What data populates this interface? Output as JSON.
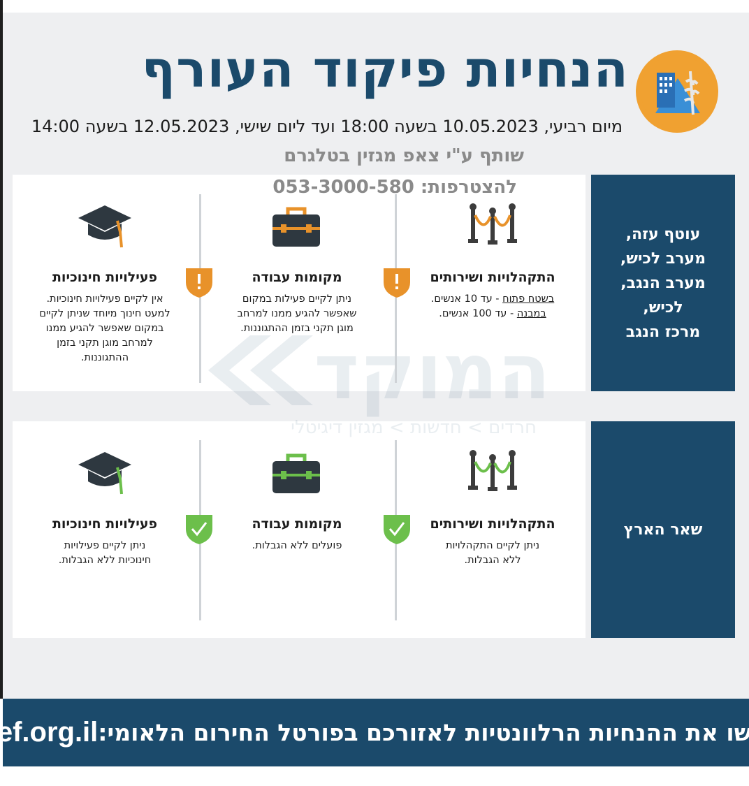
{
  "title": "הנחיות פיקוד העורף",
  "dates": "מיום רביעי, 10.05.2023 בשעה 18:00 ועד ליום שישי, 12.05.2023 בשעה 14:00",
  "watermark": {
    "line1": "שותף ע\"י צאפ מגזין בטלגרם",
    "line2": "להצטרפות: 053-3000-580",
    "brand": "המוקד",
    "tagline": "חרדים > חדשות > מגזין דיגיטלי"
  },
  "sections": [
    {
      "region_lines": [
        "עוטף עזה,",
        "מערב לכיש,",
        "מערב הנגב,",
        "לכיש,",
        "מרכז הנגב"
      ],
      "status_icon": "warning-shield-icon",
      "status_color": "#e8922a",
      "columns": [
        {
          "icon": "stanchion-icon",
          "heading": "התקהלויות ושירותים",
          "lines": [
            {
              "underlined": "בשטח פתוח",
              "rest": " - עד 10 אנשים."
            },
            {
              "underlined": "במבנה",
              "rest": " - עד 100 אנשים."
            }
          ]
        },
        {
          "icon": "briefcase-icon",
          "heading": "מקומות עבודה",
          "text_lines": [
            "ניתן לקיים פעילות במקום",
            "שאפשר להגיע ממנו למרחב",
            "מוגן תקני בזמן ההתגוננות."
          ]
        },
        {
          "icon": "graduation-cap-icon",
          "heading": "פעילויות חינוכיות",
          "text_lines": [
            "אין לקיים פעילויות חינוכיות.",
            "למעט חינוך מיוחד שניתן לקיים",
            "במקום שאפשר להגיע ממנו",
            "למרחב מוגן תקני בזמן",
            "ההתגוננות."
          ]
        }
      ]
    },
    {
      "region_lines": [
        "שאר הארץ"
      ],
      "status_icon": "check-shield-icon",
      "status_color": "#6cbf4b",
      "columns": [
        {
          "icon": "stanchion-icon",
          "heading": "התקהלויות ושירותים",
          "text_lines": [
            "ניתן לקיים התקהלויות",
            "ללא הגבלות."
          ]
        },
        {
          "icon": "briefcase-icon",
          "heading": "מקומות עבודה",
          "text_lines": [
            "פועלים ללא הגבלות."
          ]
        },
        {
          "icon": "graduation-cap-icon",
          "heading": "פעילויות חינוכיות",
          "text_lines": [
            "ניתן לקיים פעילויות",
            "חינוכיות ללא הגבלות."
          ]
        }
      ]
    }
  ],
  "footer": {
    "text": "חפשו את ההנחיות הרלוונטיות לאזורכם בפורטל החירום הלאומי:",
    "url": "oref.org.il"
  },
  "colors": {
    "brand_blue": "#1b4a6b",
    "warning_orange": "#e8922a",
    "ok_green": "#6cbf4b",
    "logo_orange": "#f0a131"
  }
}
